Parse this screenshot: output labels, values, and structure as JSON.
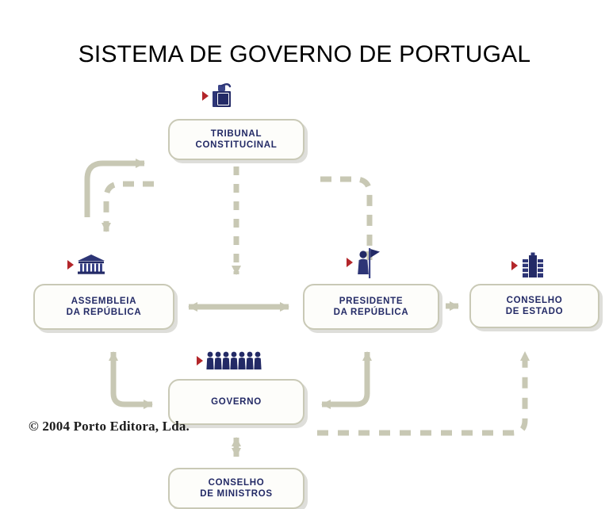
{
  "page": {
    "title": "SISTEMA DE GOVERNO DE PORTUGAL",
    "copyright": "© 2004 Porto Editora, Lda.",
    "background_color": "#ffffff",
    "title_color": "#000000"
  },
  "theme": {
    "node_border": "#c9c9b6",
    "node_fill": "#fdfdfa",
    "node_shadow": "#dededa",
    "label_color": "#232a66",
    "arrow_color": "#c8c8b4",
    "icon_color": "#232a66",
    "bullet_color": "#b3262a"
  },
  "diagram": {
    "type": "flowchart",
    "nodes": [
      {
        "id": "tribunal",
        "label": "TRIBUNAL\nCONSTITUCINAL",
        "icon": "gavel-book-icon"
      },
      {
        "id": "assembleia",
        "label": "ASSEMBLEIA\nDA REPÚBLICA",
        "icon": "parliament-building-icon"
      },
      {
        "id": "presidente",
        "label": "PRESIDENTE\nDA REPÚBLICA",
        "icon": "person-with-flag-icon"
      },
      {
        "id": "conselho-estado",
        "label": "CONSELHO\nDE ESTADO",
        "icon": "towers-building-icon"
      },
      {
        "id": "governo",
        "label": "GOVERNO",
        "icon": "group-of-people-icon"
      },
      {
        "id": "ministros",
        "label": "CONSELHO\nDE MINISTROS",
        "icon": null
      }
    ],
    "edges": [
      {
        "id": "assembleia-to-tribunal",
        "from": "assembleia",
        "to": "tribunal",
        "style": "solid",
        "heads": "end"
      },
      {
        "id": "tribunal-to-assembleia",
        "from": "tribunal",
        "to": "assembleia",
        "style": "dashed",
        "heads": "end"
      },
      {
        "id": "tribunal-to-presidente",
        "from": "tribunal",
        "to": "presidente",
        "style": "dashed",
        "heads": "end"
      },
      {
        "id": "tribunal-to-governo",
        "from": "tribunal",
        "to": "governo",
        "style": "dashed",
        "heads": "end"
      },
      {
        "id": "assembleia-presidente",
        "from": "assembleia",
        "to": "presidente",
        "style": "solid",
        "heads": "both"
      },
      {
        "id": "presidente-to-conselho-estado",
        "from": "presidente",
        "to": "conselho-estado",
        "style": "solid",
        "heads": "end"
      },
      {
        "id": "governo-assembleia",
        "from": "governo",
        "to": "assembleia",
        "style": "solid",
        "heads": "both"
      },
      {
        "id": "governo-presidente",
        "from": "governo",
        "to": "presidente",
        "style": "solid",
        "heads": "both"
      },
      {
        "id": "governo-to-conselho-estado",
        "from": "governo",
        "to": "conselho-estado",
        "style": "dashed",
        "heads": "end"
      },
      {
        "id": "governo-ministros",
        "from": "governo",
        "to": "ministros",
        "style": "solid",
        "heads": "both"
      }
    ]
  }
}
